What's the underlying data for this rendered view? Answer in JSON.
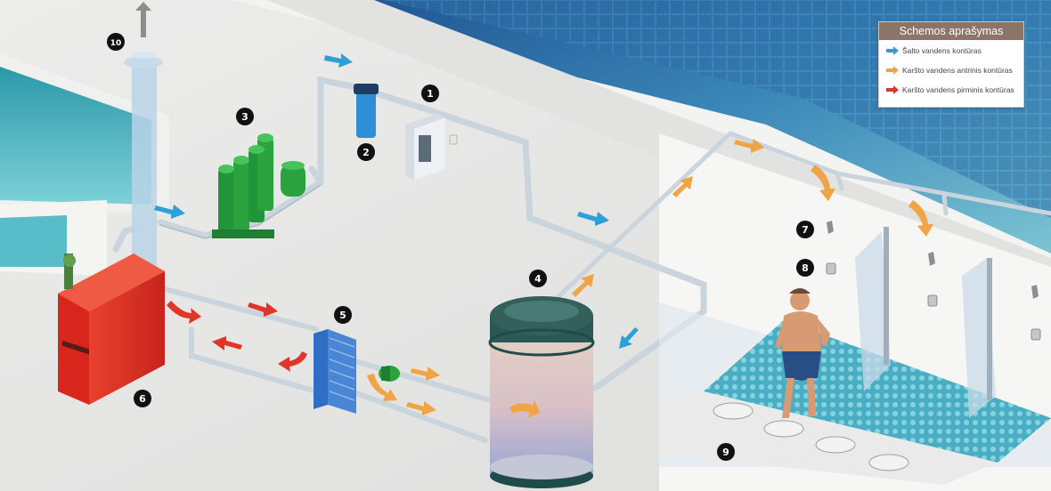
{
  "legend": {
    "title": "Schemos aprašymas",
    "items": [
      {
        "label": "Šalto vandens kontūras",
        "color": "#2e9fd8",
        "icon": "arrow-right-icon"
      },
      {
        "label": "Karšto vandens antrinis kontūras",
        "color": "#f0a445",
        "icon": "arrow-right-icon"
      },
      {
        "label": "Karšto vandens pirminis kontūras",
        "color": "#e03528",
        "icon": "arrow-right-icon"
      }
    ]
  },
  "markers": {
    "m1": "1",
    "m2": "2",
    "m3": "3",
    "m4": "4",
    "m5": "5",
    "m6": "6",
    "m7": "7",
    "m8": "8",
    "m9": "9",
    "m10": "10"
  },
  "colors": {
    "cold": "#2e9fd8",
    "hot_secondary": "#f0a445",
    "hot_primary": "#e03528",
    "boiler": "#e5332a",
    "pump": "#2aa33f",
    "pool": "#4fb8c7",
    "pipe": "#c9d4dc"
  }
}
